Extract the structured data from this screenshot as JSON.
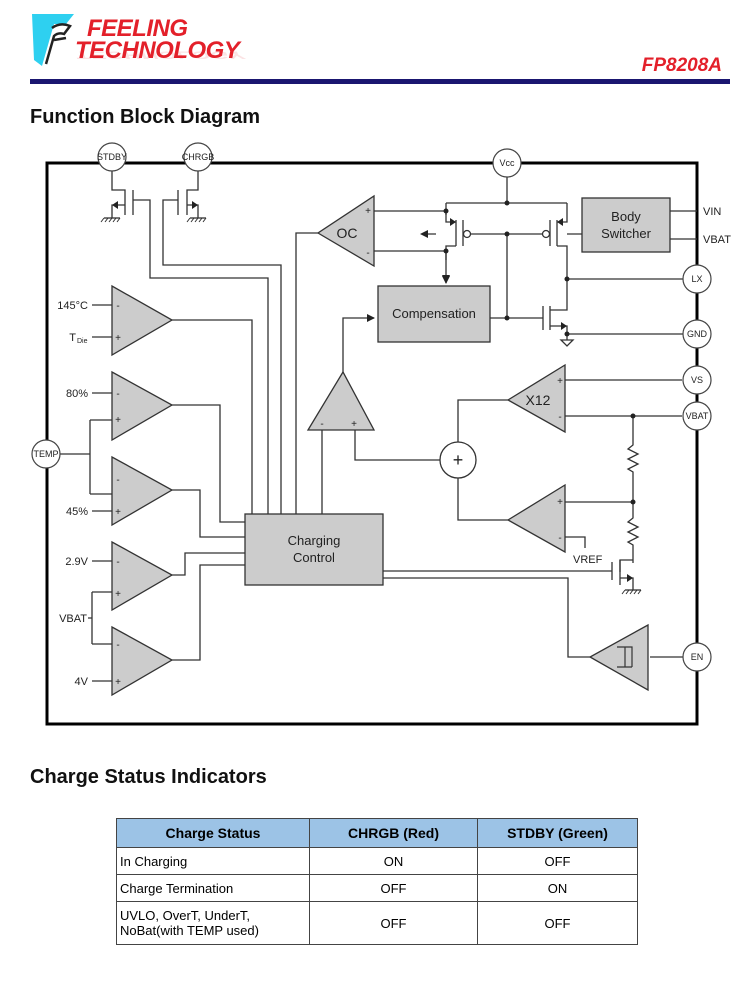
{
  "header": {
    "brand_line1": "FEELING",
    "brand_line2": "TECHNOLOGY",
    "part_number": "FP8208A",
    "colors": {
      "brand_red": "#e3202a",
      "rule_navy": "#1a1670",
      "logo_cyan": "#2ed0f0"
    }
  },
  "section1": {
    "title": "Function Block Diagram"
  },
  "diagram": {
    "pins": {
      "stdby": "STDBY",
      "chrgb": "CHRGB",
      "vcc": "Vcc",
      "lx": "LX",
      "gnd": "GND",
      "vs": "VS",
      "vbat": "VBAT",
      "temp": "TEMP",
      "en": "EN"
    },
    "blocks": {
      "oc": "OC",
      "body_switcher_line1": "Body",
      "body_switcher_line2": "Switcher",
      "compensation": "Compensation",
      "charging_control_line1": "Charging",
      "charging_control_line2": "Control",
      "x12": "X12",
      "summer": "+"
    },
    "labels": {
      "vin": "VIN",
      "vbat_input": "VBAT",
      "temp_145": "145°C",
      "tdie_main": "T",
      "tdie_sub": "Die",
      "pct80": "80%",
      "pct45": "45%",
      "v29": "2.9V",
      "vbat_left": "VBAT",
      "v4": "4V",
      "vref": "VREF",
      "plus": "+",
      "minus": "-"
    },
    "colors": {
      "block_fill": "#cccccc",
      "line": "#333333",
      "frame": "#000000"
    }
  },
  "section2": {
    "title": "Charge Status Indicators"
  },
  "status_table": {
    "headers": [
      "Charge Status",
      "CHRGB (Red)",
      "STDBY (Green)"
    ],
    "rows": [
      {
        "status": "In Charging",
        "chrgb": "ON",
        "stdby": "OFF"
      },
      {
        "status": "Charge Termination",
        "chrgb": "OFF",
        "stdby": "ON"
      },
      {
        "status_line1": "UVLO, OverT, UnderT,",
        "status_line2": "NoBat(with TEMP used)",
        "chrgb": "OFF",
        "stdby": "OFF"
      }
    ],
    "header_color": "#9cc3e6"
  }
}
